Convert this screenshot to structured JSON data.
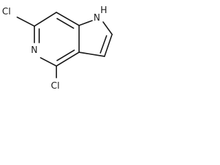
{
  "structure": {
    "atom_labels": {
      "cl_top": "Cl",
      "n_ring": "N",
      "cl_bottom": "Cl",
      "nh_n": "N",
      "nh_h": "H"
    },
    "colors": {
      "ink": "#1a1a1a",
      "background": "#ffffff"
    }
  }
}
